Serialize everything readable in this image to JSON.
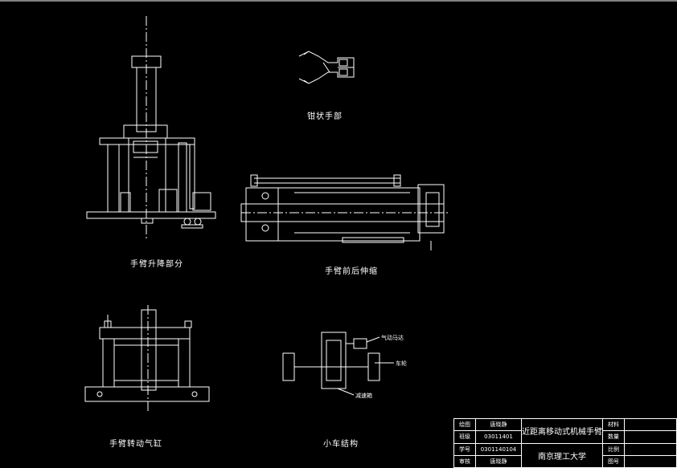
{
  "labels": {
    "gripper": "钳状手部",
    "lift": "手臂升降部分",
    "extend": "手臂前后伸缩",
    "cylinder": "手臂转动气缸",
    "cart": "小车结构"
  },
  "cart_callouts": {
    "motor": "气动马达",
    "wheel": "车轮",
    "reducer": "减速箱"
  },
  "title_block": {
    "drawn_label": "绘图",
    "drawn_name": "唐晓静",
    "class_label": "班级",
    "class_value": "03011401",
    "id_label": "学号",
    "id_value": "0301140104",
    "review_label": "审核",
    "review_name": "唐晓静",
    "title": "近距离移动式机械手臂",
    "school": "南京理工大学",
    "material_label": "材料",
    "quantity_label": "数量",
    "scale_label": "比例",
    "drawing_no_label": "图号"
  },
  "colors": {
    "background": "#000000",
    "lines": "#ffffff"
  }
}
